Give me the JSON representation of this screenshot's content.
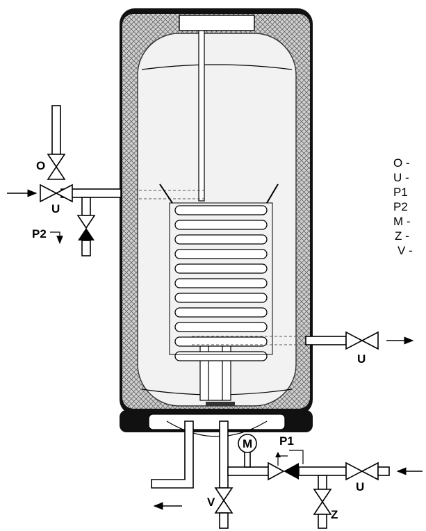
{
  "labels": {
    "o": "O",
    "u_top": "U",
    "p2": "P2",
    "u_right": "U",
    "m": "M",
    "p1": "P1",
    "u_bottom": "U",
    "v": "V",
    "z": "Z"
  },
  "legend": [
    "O -",
    "U -",
    "P1",
    "P2",
    "M -",
    "Z -",
    "V -"
  ]
}
